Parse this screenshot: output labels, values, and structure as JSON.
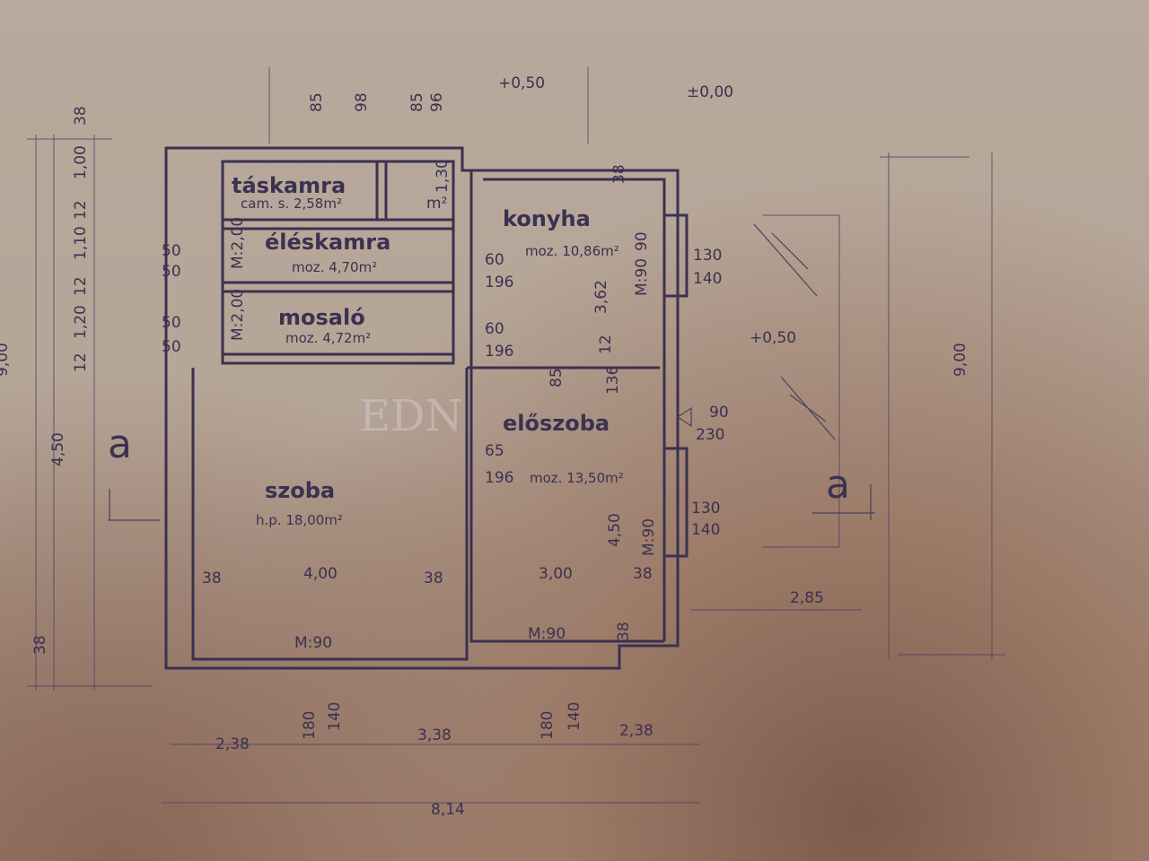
{
  "plan": {
    "rooms": [
      {
        "name": "táskamra",
        "area": "cam. s. 2,58m²"
      },
      {
        "name": "éléskamra",
        "area": "moz. 4,70m²"
      },
      {
        "name": "mosaló",
        "area": "moz. 4,72m²"
      },
      {
        "name": "konyha",
        "area": "moz. 10,86m²"
      },
      {
        "name": "előszoba",
        "area": "moz. 13,50m²"
      },
      {
        "name": "szoba",
        "area": "h.p. 18,00m²"
      }
    ],
    "levels": [
      "+0,50",
      "±0,00",
      "+0,50"
    ],
    "section_marks": [
      "a",
      "a"
    ],
    "watermark": "EDN",
    "dims": [
      "38",
      "1,00",
      "12",
      "1,10",
      "12",
      "1,20",
      "12",
      "4,50",
      "38",
      "9,00",
      "85",
      "98",
      "85",
      "96",
      "1,30",
      "m²",
      "50",
      "50",
      "50",
      "50",
      "M:2,00",
      "M:2,00",
      "60",
      "196",
      "60",
      "196",
      "65",
      "196",
      "85",
      "136",
      "12",
      "3,62",
      "M:90",
      "38",
      "90",
      "130",
      "140",
      "90",
      "230",
      "130",
      "140",
      "M:90",
      "4,50",
      "38",
      "38",
      "4,00",
      "38",
      "3,00",
      "38",
      "M:90",
      "M:90",
      "2,85",
      "9,00",
      "180",
      "140",
      "180",
      "140",
      "2,38",
      "3,38",
      "2,38",
      "8,14"
    ]
  }
}
